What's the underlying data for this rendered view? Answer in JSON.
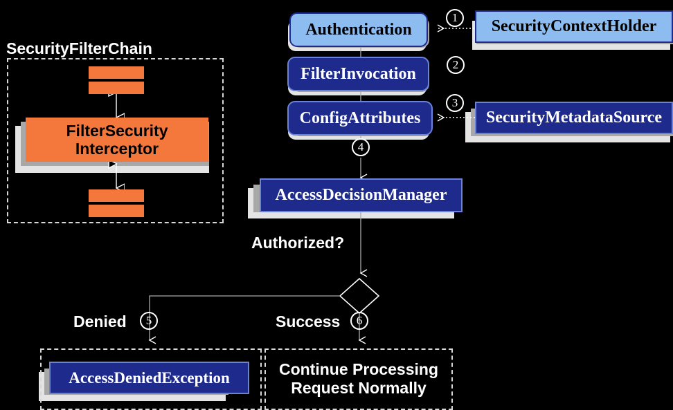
{
  "diagram": {
    "title": "Spring Security authorization flow",
    "background": "#000000",
    "colors": {
      "navy_fill": "#1e2b8c",
      "navy_border": "#6a82d8",
      "light_blue_fill": "#8cbcf0",
      "orange_fill": "#f4783c",
      "label_white": "#ffffff",
      "shadow_dark": "#a8a8a8",
      "shadow_light": "#e4e4e4",
      "dashed_border": "#d8d8d8"
    }
  },
  "groups": {
    "filter_chain": {
      "label": "SecurityFilterChain"
    },
    "denied_group": {
      "label": ""
    },
    "success_group": {
      "label": ""
    }
  },
  "nodes": {
    "filter_security_interceptor": {
      "label": "FilterSecurity\nInterceptor",
      "line1": "FilterSecurity",
      "line2": "Interceptor"
    },
    "authentication": {
      "label": "Authentication"
    },
    "filter_invocation": {
      "label": "FilterInvocation"
    },
    "config_attributes": {
      "label": "ConfigAttributes"
    },
    "security_context_holder": {
      "label": "SecurityContextHolder"
    },
    "security_metadata_source": {
      "label": "SecurityMetadataSource"
    },
    "access_decision_manager": {
      "label": "AccessDecisionManager"
    },
    "access_denied_exception": {
      "label": "AccessDeniedException"
    },
    "continue_processing": {
      "label": "Continue Processing\nRequest Normally",
      "line1": "Continue Processing",
      "line2": "Request Normally"
    }
  },
  "edge_labels": {
    "authorized": "Authorized?",
    "denied": "Denied",
    "success": "Success"
  },
  "steps": {
    "one": "1",
    "two": "2",
    "three": "3",
    "four": "4",
    "five": "5",
    "six": "6"
  }
}
